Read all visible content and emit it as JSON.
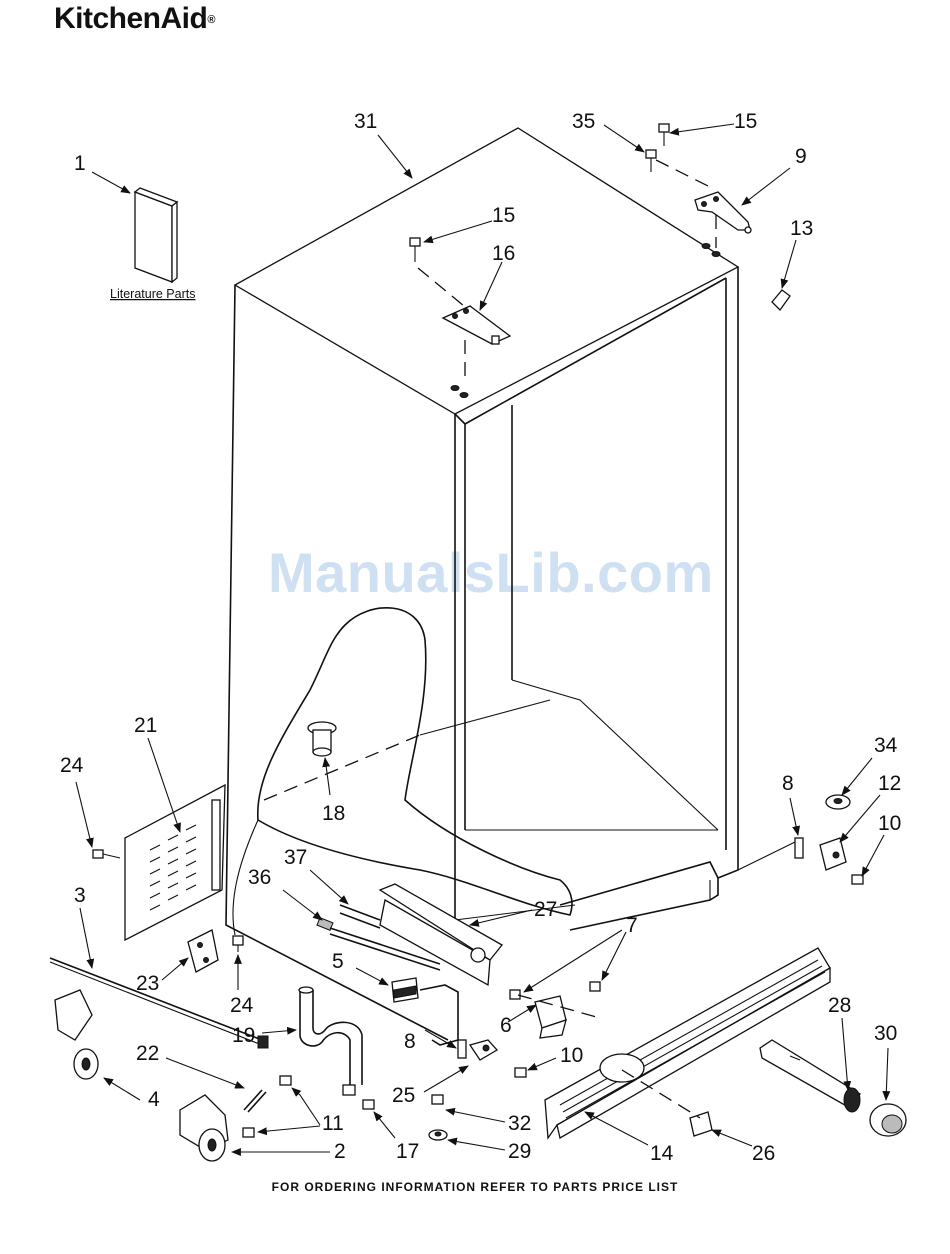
{
  "brand": {
    "name": "KitchenAid",
    "reg_mark": "®"
  },
  "watermark": "ManualsLib.com",
  "literature_label": "Literature Parts",
  "footer": "FOR ORDERING INFORMATION REFER TO PARTS PRICE LIST",
  "callouts": {
    "c1": "1",
    "c2": "2",
    "c3": "3",
    "c4": "4",
    "c5": "5",
    "c6": "6",
    "c7": "7",
    "c8a": "8",
    "c8b": "8",
    "c9": "9",
    "c10a": "10",
    "c10b": "10",
    "c11": "11",
    "c12": "12",
    "c13": "13",
    "c14": "14",
    "c15a": "15",
    "c15b": "15",
    "c16": "16",
    "c17": "17",
    "c18": "18",
    "c19": "19",
    "c21": "21",
    "c22": "22",
    "c23": "23",
    "c24a": "24",
    "c24b": "24",
    "c25": "25",
    "c26": "26",
    "c27": "27",
    "c28": "28",
    "c29": "29",
    "c30": "30",
    "c31": "31",
    "c32": "32",
    "c34": "34",
    "c35": "35",
    "c36": "36",
    "c37": "37"
  }
}
